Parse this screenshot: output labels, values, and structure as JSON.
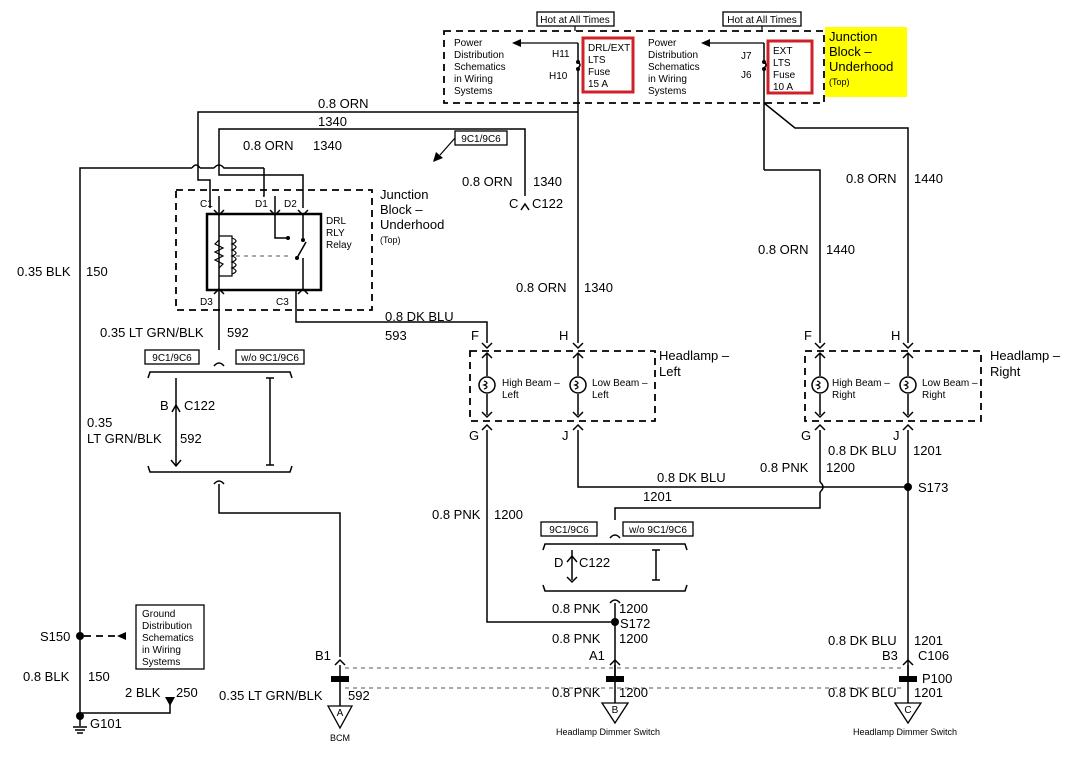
{
  "top": {
    "hot1": "Hot at All Times",
    "hot2": "Hot at All Times",
    "pd_line1": "Power",
    "pd_line2": "Distribution",
    "pd_line3": "Schematics",
    "pd_line4": "in Wiring",
    "pd_line5": "Systems",
    "h11": "H11",
    "h10": "H10",
    "j7": "J7",
    "j6": "J6",
    "fuse1_l1": "DRL/EXT",
    "fuse1_l2": "LTS",
    "fuse1_l3": "Fuse",
    "fuse1_l4": "15 A",
    "fuse2_l1": "EXT",
    "fuse2_l2": "LTS",
    "fuse2_l3": "Fuse",
    "fuse2_l4": "10 A",
    "jb_l1": "Junction",
    "jb_l2": "Block –",
    "jb_l3": "Underhood",
    "jb_l4": "(Top)"
  },
  "relay": {
    "c1": "C1",
    "d1": "D1",
    "d2": "D2",
    "d3": "D3",
    "c3": "C3",
    "name_l1": "DRL",
    "name_l2": "RLY",
    "name_l3": "Relay",
    "jb_l1": "Junction",
    "jb_l2": "Block –",
    "jb_l3": "Underhood",
    "jb_l4": "(Top)"
  },
  "options": {
    "opt1": "9C1/9C6",
    "opt2": "9C1/9C6",
    "opt3": "w/o 9C1/9C6",
    "opt4": "9C1/9C6",
    "opt5": "w/o 9C1/9C6"
  },
  "wires": {
    "w1_gauge": "0.8 ORN",
    "w1_circuit": "1340",
    "w2_gauge": "0.8 ORN",
    "w2_circuit": "1340",
    "w3_gauge": "0.8 ORN",
    "w3_circuit": "1340",
    "w4_gauge": "0.8 ORN",
    "w4_circuit": "1340",
    "w5_gauge": "0.8 ORN",
    "w5_circuit": "1440",
    "w6_gauge": "0.8 ORN",
    "w6_circuit": "1440",
    "w7_gauge": "0.35 BLK",
    "w7_circuit": "150",
    "w8_gauge": "0.35 LT GRN/BLK",
    "w8_circuit": "592",
    "w9_gauge": "0.8 DK BLU",
    "w9_circuit": "593",
    "w10_gauge_l1": "0.35",
    "w10_gauge_l2": "LT GRN/BLK",
    "w10_circuit": "592",
    "w11_gauge": "0.8 DK BLU",
    "w11_circuit": "1201",
    "w12_gauge": "0.8 PNK",
    "w12_circuit": "1200",
    "w13_gauge": "0.8 DK BLU",
    "w13_circuit": "1201",
    "w14_gauge": "0.8 PNK",
    "w14_circuit": "1200",
    "w15_gauge": "0.8 PNK",
    "w15_circuit": "1200",
    "w16_gauge": "0.8 PNK",
    "w16_circuit": "1200",
    "w17_gauge": "0.8 DK BLU",
    "w17_circuit": "1201",
    "w18_gauge": "0.8 BLK",
    "w18_circuit": "150",
    "w19_gauge": "2 BLK",
    "w19_circuit": "250",
    "w20_gauge": "0.35 LT GRN/BLK",
    "w20_circuit": "592",
    "w21_gauge": "0.8 PNK",
    "w21_circuit": "1200",
    "w22_gauge": "0.8 DK BLU",
    "w22_circuit": "1201"
  },
  "connectors": {
    "c122_top_pin": "C",
    "c122_top": "C122",
    "c122_left_pin": "B",
    "c122_left": "C122",
    "c122_mid_pin": "D",
    "c122_mid": "C122",
    "hl_left_f": "F",
    "hl_left_h": "H",
    "hl_left_g": "G",
    "hl_left_j": "J",
    "hl_right_f": "F",
    "hl_right_h": "H",
    "hl_right_g": "G",
    "hl_right_j": "J",
    "b1": "B1",
    "a1": "A1",
    "b3": "B3",
    "c106": "C106",
    "p100": "P100"
  },
  "headlamps": {
    "left_l1": "Headlamp –",
    "left_l2": "Left",
    "right_l1": "Headlamp –",
    "right_l2": "Right",
    "hb_left_l1": "High Beam –",
    "hb_left_l2": "Left",
    "lb_left_l1": "Low Beam –",
    "lb_left_l2": "Left",
    "hb_right_l1": "High Beam –",
    "hb_right_l2": "Right",
    "lb_right_l1": "Low Beam –",
    "lb_right_l2": "Right"
  },
  "splices": {
    "s150": "S150",
    "s172": "S172",
    "s173": "S173",
    "g101": "G101"
  },
  "ground_dist": {
    "l1": "Ground",
    "l2": "Distribution",
    "l3": "Schematics",
    "l4": "in Wiring",
    "l5": "Systems"
  },
  "bottom": {
    "tri_a": "A",
    "tri_b": "B",
    "tri_c": "C",
    "bcm": "BCM",
    "dimmer1": "Headlamp Dimmer Switch",
    "dimmer2": "Headlamp Dimmer Switch"
  },
  "colors": {
    "fuse_outline": "#d0202a",
    "highlight": "#ffff00"
  }
}
